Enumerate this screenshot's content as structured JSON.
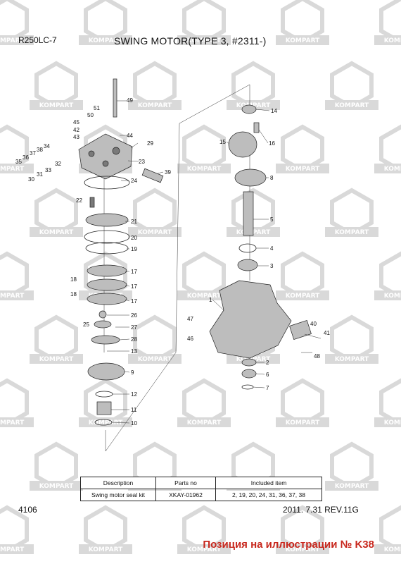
{
  "header": {
    "model": "R250LC-7",
    "title": "SWING MOTOR(TYPE 3, #2311-)"
  },
  "watermark": {
    "text": "KOMPART",
    "color": "#d9d9d9"
  },
  "diagram": {
    "callouts": [
      "1",
      "2",
      "3",
      "4",
      "5",
      "6",
      "7",
      "8",
      "9",
      "10",
      "11",
      "12",
      "13",
      "14",
      "15",
      "16",
      "17",
      "18",
      "19",
      "20",
      "21",
      "22",
      "23",
      "24",
      "25",
      "26",
      "27",
      "28",
      "29",
      "30",
      "31",
      "32",
      "33",
      "34",
      "35",
      "36",
      "37",
      "38",
      "39",
      "40",
      "41",
      "42",
      "43",
      "44",
      "45",
      "46",
      "47",
      "48",
      "49",
      "50",
      "51"
    ]
  },
  "table": {
    "headers": [
      "Description",
      "Parts no",
      "Included item"
    ],
    "rows": [
      [
        "Swing motor seal kit",
        "XKAY-01962",
        "2, 19, 20, 24, 31, 36, 37, 38"
      ]
    ]
  },
  "footer": {
    "page": "4106",
    "revision": "2011. 7.31  REV.11G",
    "position_note": "Позиция на иллюстрации № K38",
    "note_color": "#c8281e"
  }
}
